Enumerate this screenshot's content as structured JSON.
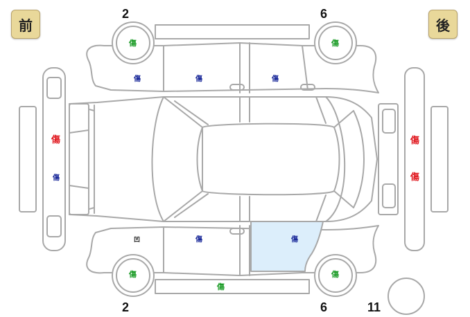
{
  "buttons": {
    "front": "前",
    "rear": "後"
  },
  "wheel_numbers": {
    "top_left": "2",
    "top_right": "6",
    "bottom_left": "2",
    "bottom_right": "6",
    "spare": "11"
  },
  "marks": {
    "wheel_top_left": "傷",
    "wheel_top_right": "傷",
    "wheel_bottom_left": "傷",
    "wheel_bottom_right": "傷",
    "top_fender": "傷",
    "top_front_door": "傷",
    "top_rear_door": "傷",
    "front_bumper_upper": "傷",
    "front_bumper_lower": "傷",
    "rear_bumper_upper": "傷",
    "rear_bumper_lower": "傷",
    "bottom_fender": "凹",
    "bottom_front_door": "傷",
    "bottom_rear_door": "傷",
    "bottom_step": "傷"
  },
  "colors": {
    "scratch_green": "#1f9d2a",
    "scratch_blue": "#1b2a9a",
    "scratch_red": "#e0181f",
    "highlight_panel": "#dceefb",
    "button_bg": "#e9d89a"
  }
}
